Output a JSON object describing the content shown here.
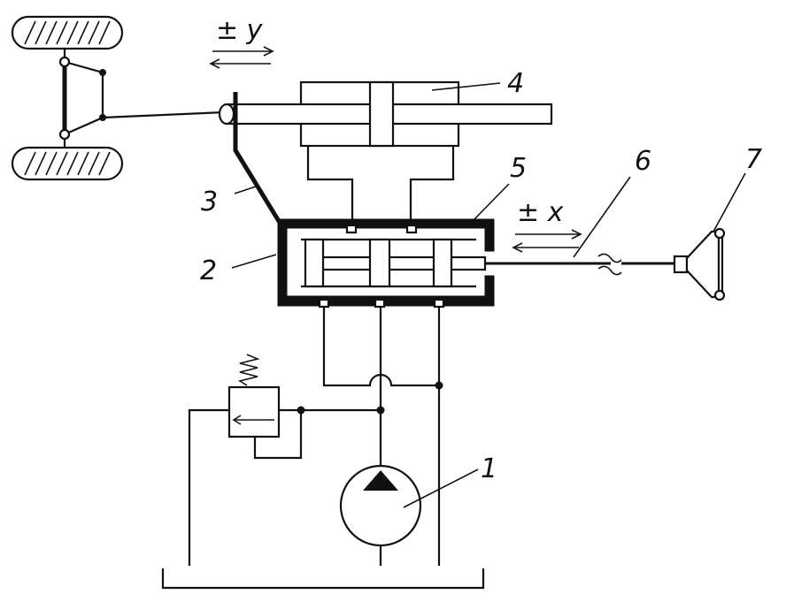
{
  "diagram": {
    "labels": {
      "pump": "1",
      "valve_body": "2",
      "feedback_lever": "3",
      "power_cylinder": "4",
      "valve_sleeve": "5",
      "steering_shaft": "6",
      "steering_wheel": "7"
    },
    "symbols": {
      "displacement_y": "± y",
      "displacement_x": "± x"
    }
  }
}
